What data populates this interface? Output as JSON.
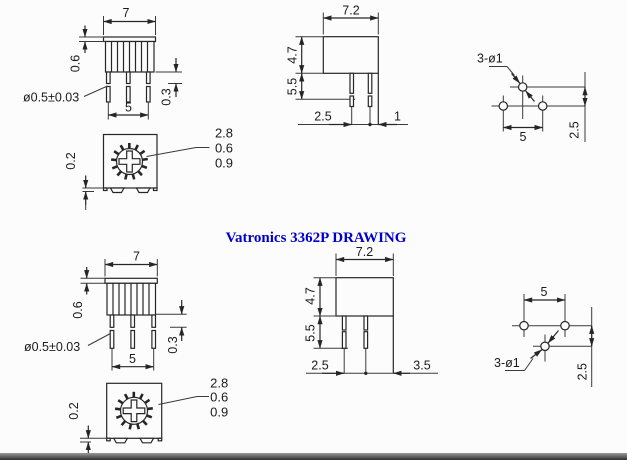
{
  "title": {
    "label": "Vatronics 3362P DRAWING",
    "color": "#0000cd"
  },
  "colors": {
    "ink": "#262626",
    "background": "#fcfcfc"
  },
  "top": {
    "front": {
      "width": "7",
      "cap": "0.6",
      "lead_dia": "ø0.5±0.03",
      "span": "5",
      "kink": "0.3"
    },
    "plan": {
      "depth": "0.2",
      "callouts": [
        "2.8",
        "0.6",
        "0.9"
      ]
    },
    "side": {
      "width": "7.2",
      "height": "4.7",
      "lead_len": "5.5",
      "pitch": "2.5",
      "edge": "1"
    },
    "holes": {
      "callout": "3-ø1",
      "span": "5",
      "row": "2.5"
    }
  },
  "bottom": {
    "front": {
      "width": "7",
      "cap": "0.6",
      "lead_dia": "ø0.5±0.03",
      "span": "5",
      "kink": "0.3"
    },
    "plan": {
      "depth": "0.2",
      "callouts": [
        "2.8",
        "0.6",
        "0.9"
      ]
    },
    "side": {
      "width": "7.2",
      "height": "4.7",
      "lead_len": "5.5",
      "pitch": "2.5",
      "edge": "3.5"
    },
    "holes": {
      "callout": "3-ø1",
      "span": "5",
      "row": "2.5"
    }
  }
}
